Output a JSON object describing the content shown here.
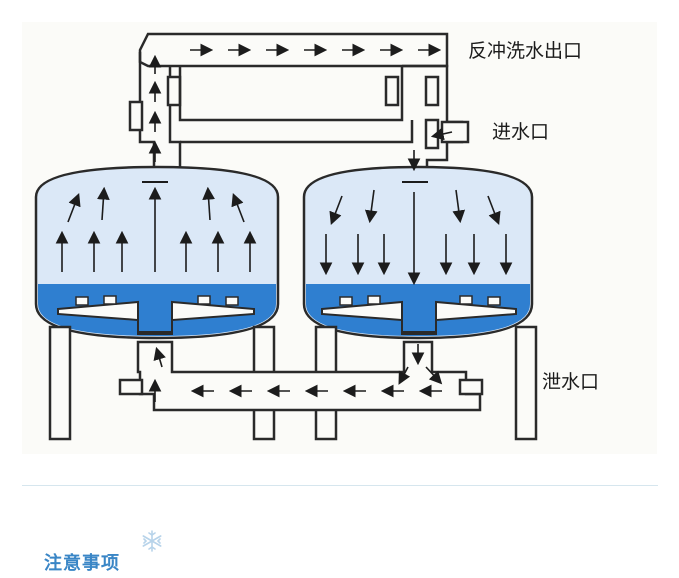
{
  "diagram": {
    "labels": {
      "backwash_outlet": "反冲洗水出口",
      "water_inlet": "进水口",
      "drain_outlet": "泄水口"
    },
    "colors": {
      "water_light": "#dbe8f7",
      "water_dark": "#2f7fd0",
      "stroke": "#2a2a2a"
    }
  },
  "section": {
    "title": "注意事项",
    "icon": "snowflake-icon"
  }
}
